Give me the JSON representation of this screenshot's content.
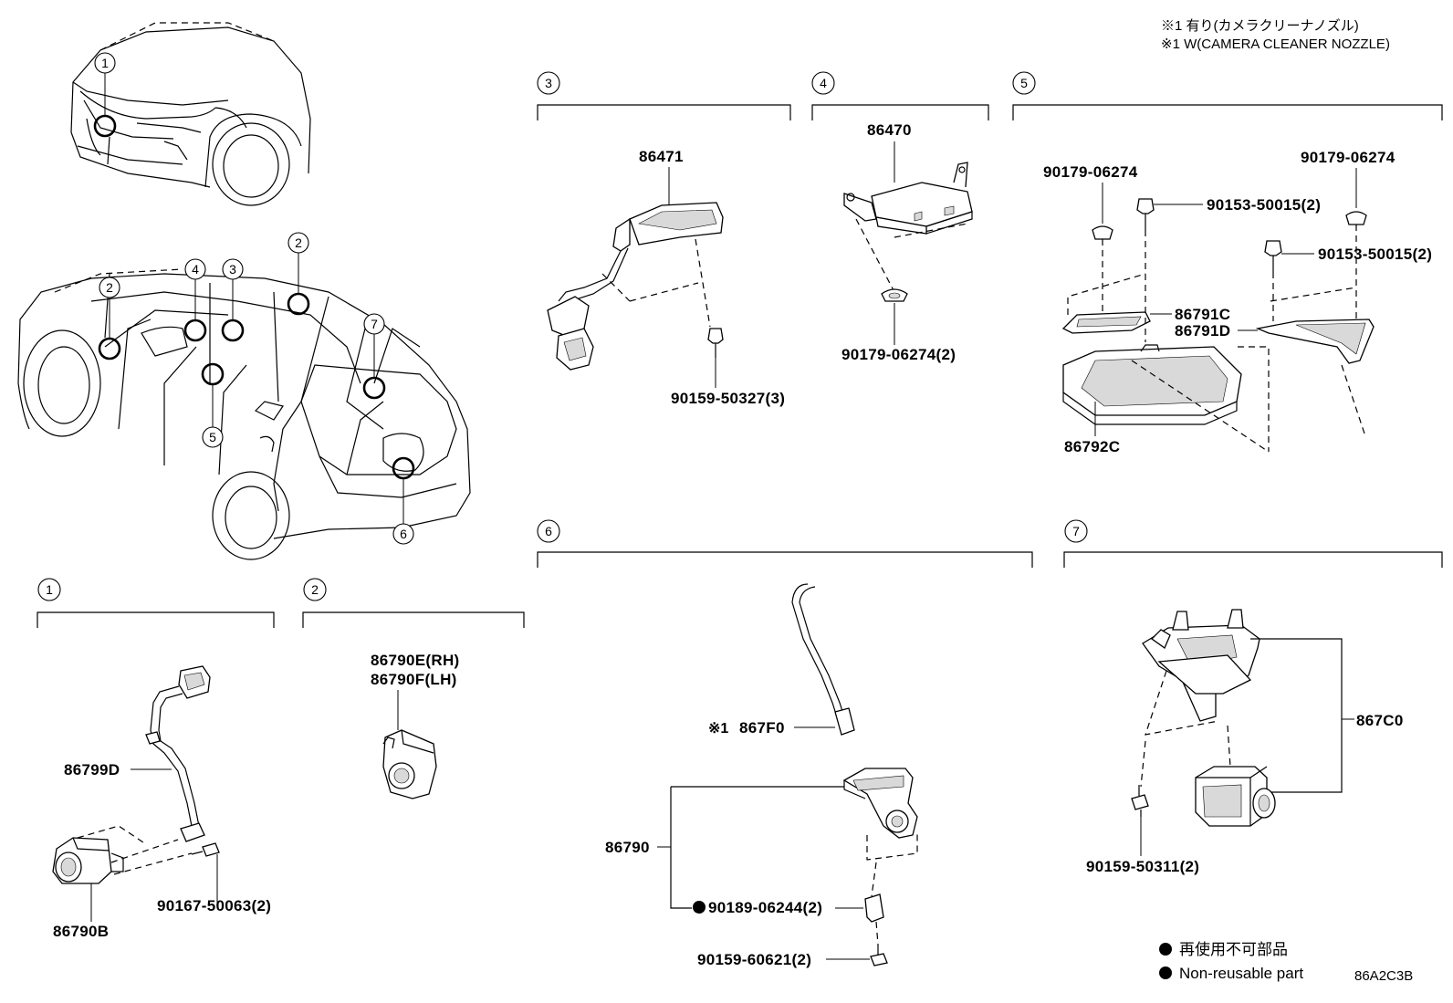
{
  "notes": {
    "note_jp": "※1 有り(カメラクリーナノズル)",
    "note_en": "※1 W(CAMERA CLEANER NOZZLE)"
  },
  "section_numbers": {
    "s1": "1",
    "s2": "2",
    "s3": "3",
    "s4": "4",
    "s5": "5",
    "s6": "6",
    "s7": "7"
  },
  "part_numbers": {
    "p86471": "86471",
    "p90159_50327": "90159-50327(3)",
    "p86470": "86470",
    "p90179_06274_2": "90179-06274(2)",
    "p90179_06274_left": "90179-06274",
    "p90179_06274_right": "90179-06274",
    "p90153_50015_left": "90153-50015(2)",
    "p90153_50015_right": "90153-50015(2)",
    "p86791C": "86791C",
    "p86791D": "86791D",
    "p86792C": "86792C",
    "p86799D": "86799D",
    "p86790B": "86790B",
    "p90167_50063": "90167-50063(2)",
    "p86790E": "86790E(RH)",
    "p86790F": "86790F(LH)",
    "p867F0_mark": "※1",
    "p867F0": "867F0",
    "p86790": "86790",
    "p90189_06244": "90189-06244(2)",
    "p90159_60621": "90159-60621(2)",
    "p867C0": "867C0",
    "p90159_50311": "90159-50311(2)"
  },
  "legend": {
    "jp": "再使用不可部品",
    "en": "Non-reusable part"
  },
  "diagram_code": "86A2C3B"
}
